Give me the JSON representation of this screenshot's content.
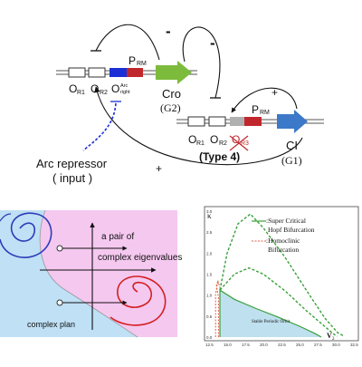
{
  "circuit": {
    "top_left": {
      "operators": [
        "O",
        "O",
        "O"
      ],
      "operator_subs": [
        "R1",
        "R2",
        ""
      ],
      "arc_small_1": "Arc",
      "arc_small_2": "right",
      "promoter": "P",
      "promoter_sub": "RM",
      "gene_label": "Cro",
      "gene_sub": "(G2)"
    },
    "right": {
      "operators": [
        "O",
        "O",
        "O"
      ],
      "operator_subs": [
        "R1",
        "R2",
        "R3"
      ],
      "type_label": "(Type 4)",
      "promoter": "P",
      "promoter_sub": "RM",
      "gene_label": "CI",
      "gene_sub": "(G1)"
    },
    "signs": {
      "minus1": "-",
      "minus2": "-",
      "plus_right": "+",
      "plus_bottom": "+"
    },
    "input_label_1": "Arc repressor",
    "input_label_2": "( input )",
    "colors": {
      "cro": "#7dbb3c",
      "ci": "#3c79c8",
      "arc": "#1b2fd6",
      "red": "#c0272d",
      "gray": "#b0b0b0"
    }
  },
  "complex_plane": {
    "eigen_label_1": "a pair of",
    "eigen_label_2": "complex eigenvalues",
    "plan_label": "complex plan",
    "colors": {
      "left_region": "#bfe0f5",
      "right_region": "#f5c8f0",
      "spiral_blue": "#2e3bb8",
      "spiral_red": "#d32020"
    }
  },
  "bifurcation": {
    "y_axis_label": "κ",
    "y_ticks": [
      "3.0",
      "2.5",
      "2.0",
      "1.5",
      "1.0",
      "0.5",
      "0.0"
    ],
    "x_ticks": [
      "12.5",
      "15.0",
      "17.5",
      "20.0",
      "22.5",
      "25.0",
      "27.5",
      "30.0",
      "32.5"
    ],
    "legend_1a": ":Super Critical",
    "legend_1b": "Hopf Bifurcation",
    "legend_2a": ":Homoclinic",
    "legend_2b": "Bifurcation",
    "region_label": "Stable Periodic Orbit",
    "corner_label": "V",
    "corner_sub": "2",
    "colors": {
      "hopf": "#3aa03a",
      "homoclinic": "#e0604a",
      "region": "#bfe0ee"
    }
  }
}
